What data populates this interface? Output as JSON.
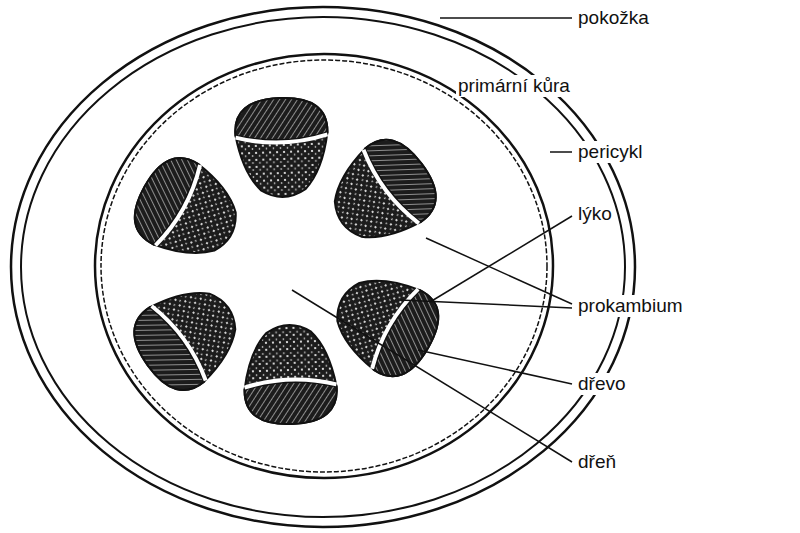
{
  "diagram": {
    "labels": [
      "pokožka",
      "primární kůra",
      "pericykl",
      "lýko",
      "prokambium",
      "dřevo",
      "dřeň"
    ]
  }
}
